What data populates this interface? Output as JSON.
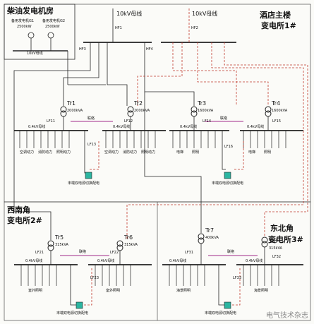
{
  "diagram": {
    "generator_room": {
      "title": "柴油发电机房",
      "gen1": "备用发电机G1",
      "gen2": "备用发电机G2",
      "gen1_rating": "2500kW",
      "gen2_rating": "2500kW",
      "bus": "10kV母线"
    },
    "main_substation": {
      "title_line1": "酒店主楼",
      "title_line2": "变电所1#",
      "bus1": "10kV母线",
      "bus2": "10kV母线",
      "feeder1": "HF1",
      "feeder2": "HF2",
      "feeder3": "HF3",
      "feeder4": "HF4"
    },
    "transformers_top": [
      {
        "name": "Tr1",
        "rating": "2000kVA"
      },
      {
        "name": "Tr2",
        "rating": "2000kVA"
      },
      {
        "name": "Tr3",
        "rating": "1600kVA"
      },
      {
        "name": "Tr4",
        "rating": "1600kVA"
      }
    ],
    "lv_top": {
      "bus_label": "0.4kV母线",
      "tie1": "联络",
      "tie2": "联络",
      "breakers": [
        "LF11",
        "LF12",
        "LF13",
        "LF14",
        "LF15",
        "LF16"
      ],
      "loads_group1": [
        "空调动力",
        "消防动力",
        "照明动力"
      ],
      "loads_group2": [
        "空调动力",
        "消防动力",
        "照明动力"
      ],
      "loads_group3": [
        "电梯",
        "照明"
      ],
      "loads_group4": [
        "电梯",
        "照明"
      ],
      "switch_box1": "末端双电源切换配电",
      "switch_box2": "末端双电源切换配电"
    },
    "sw_substation": {
      "title_line1": "西南角",
      "title_line2": "变电所2#",
      "tr_a": "Tr5",
      "tr_a_rating": "315kVA",
      "tr_b": "Tr6",
      "tr_b_rating": "315kVA",
      "tie": "联络",
      "bus": "0.4kV母线",
      "breakers": [
        "LF21",
        "LF22",
        "LF23"
      ],
      "load1": "室外照明",
      "load2": "室外照明",
      "switch_box": "末端双电源切换配电"
    },
    "ne_substation": {
      "title_line1": "东北角",
      "title_line2": "变电所3#",
      "tr_a": "Tr7",
      "tr_a_rating": "400kVA",
      "tr_b": "Tr8",
      "tr_b_rating": "315kVA",
      "tie": "联络",
      "bus": "0.4kV母线",
      "breakers": [
        "LF31",
        "LF32",
        "LF33"
      ],
      "load1": "海景照明",
      "load2": "海景照明",
      "switch_box": "末端双电源切换配电"
    },
    "watermark": "电气技术杂志"
  }
}
